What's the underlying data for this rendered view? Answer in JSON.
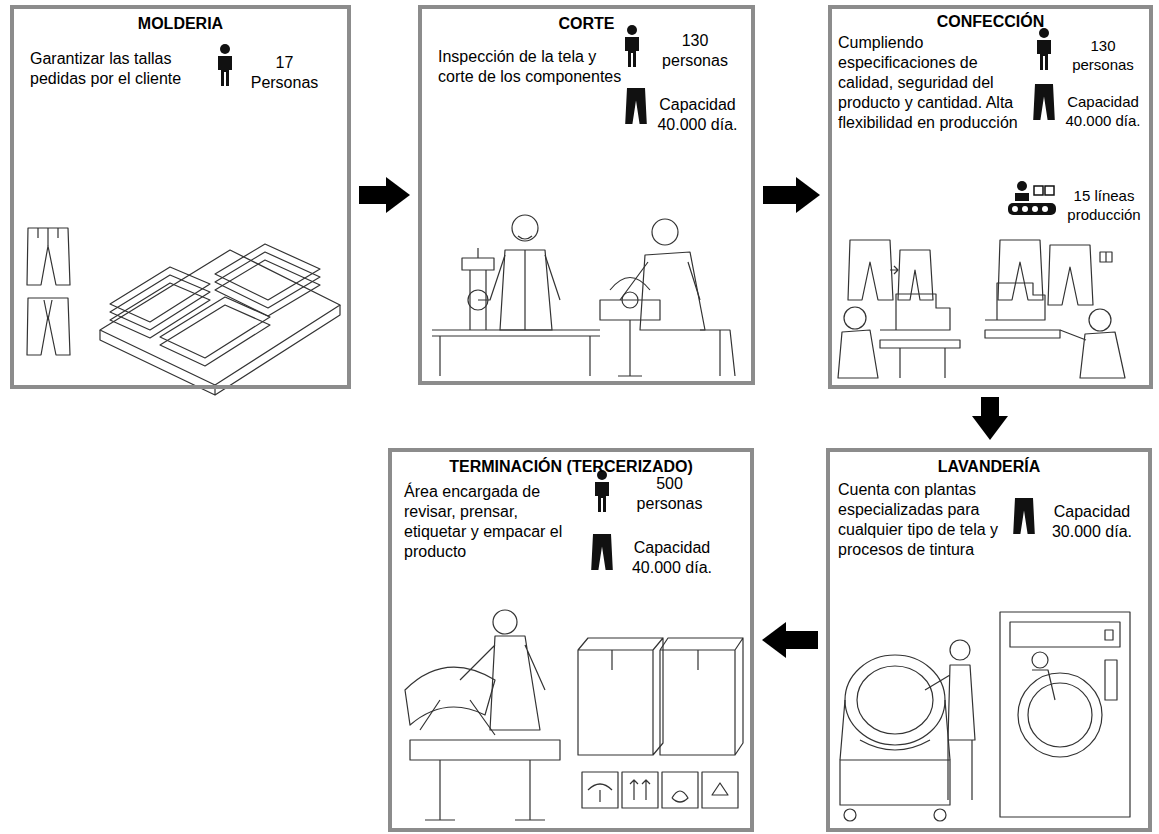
{
  "diagram": {
    "nodes": [
      {
        "text": [
          "MOLDERIA",
          "Garantizar las tallas pedidas por el cliente",
          "17 Personas"
        ]
      },
      {
        "text": [
          "CORTE",
          "Inspección de la tela y corte de los componentes",
          "130 personas",
          "Capacidad 40.000 día."
        ]
      },
      {
        "text": [
          "CONFECCIÓN",
          "Cumpliendo especificaciones de calidad, seguridad del producto y cantidad. Alta flexibilidad en producción",
          "130 personas",
          "Capacidad 40.000 día.",
          "15 líneas producción"
        ]
      },
      {
        "text": [
          "LAVANDERÍA",
          "Cuenta con plantas especializadas para cualquier tipo de tela y procesos de tintura",
          "Capacidad 30.000 día."
        ]
      },
      {
        "text": [
          "TERMINACIÓN (TERCERIZADO)",
          "Área encargada de revisar, prensar, etiquetar y empacar el producto",
          "500 personas",
          "Capacidad 40.000 día."
        ]
      }
    ],
    "edges": [
      {
        "from": 0,
        "to": 1,
        "arrow": "to"
      },
      {
        "from": 1,
        "to": 2,
        "arrow": "to"
      },
      {
        "from": 2,
        "to": 3,
        "arrow": "to"
      },
      {
        "from": 3,
        "to": 4,
        "arrow": "to"
      }
    ]
  }
}
